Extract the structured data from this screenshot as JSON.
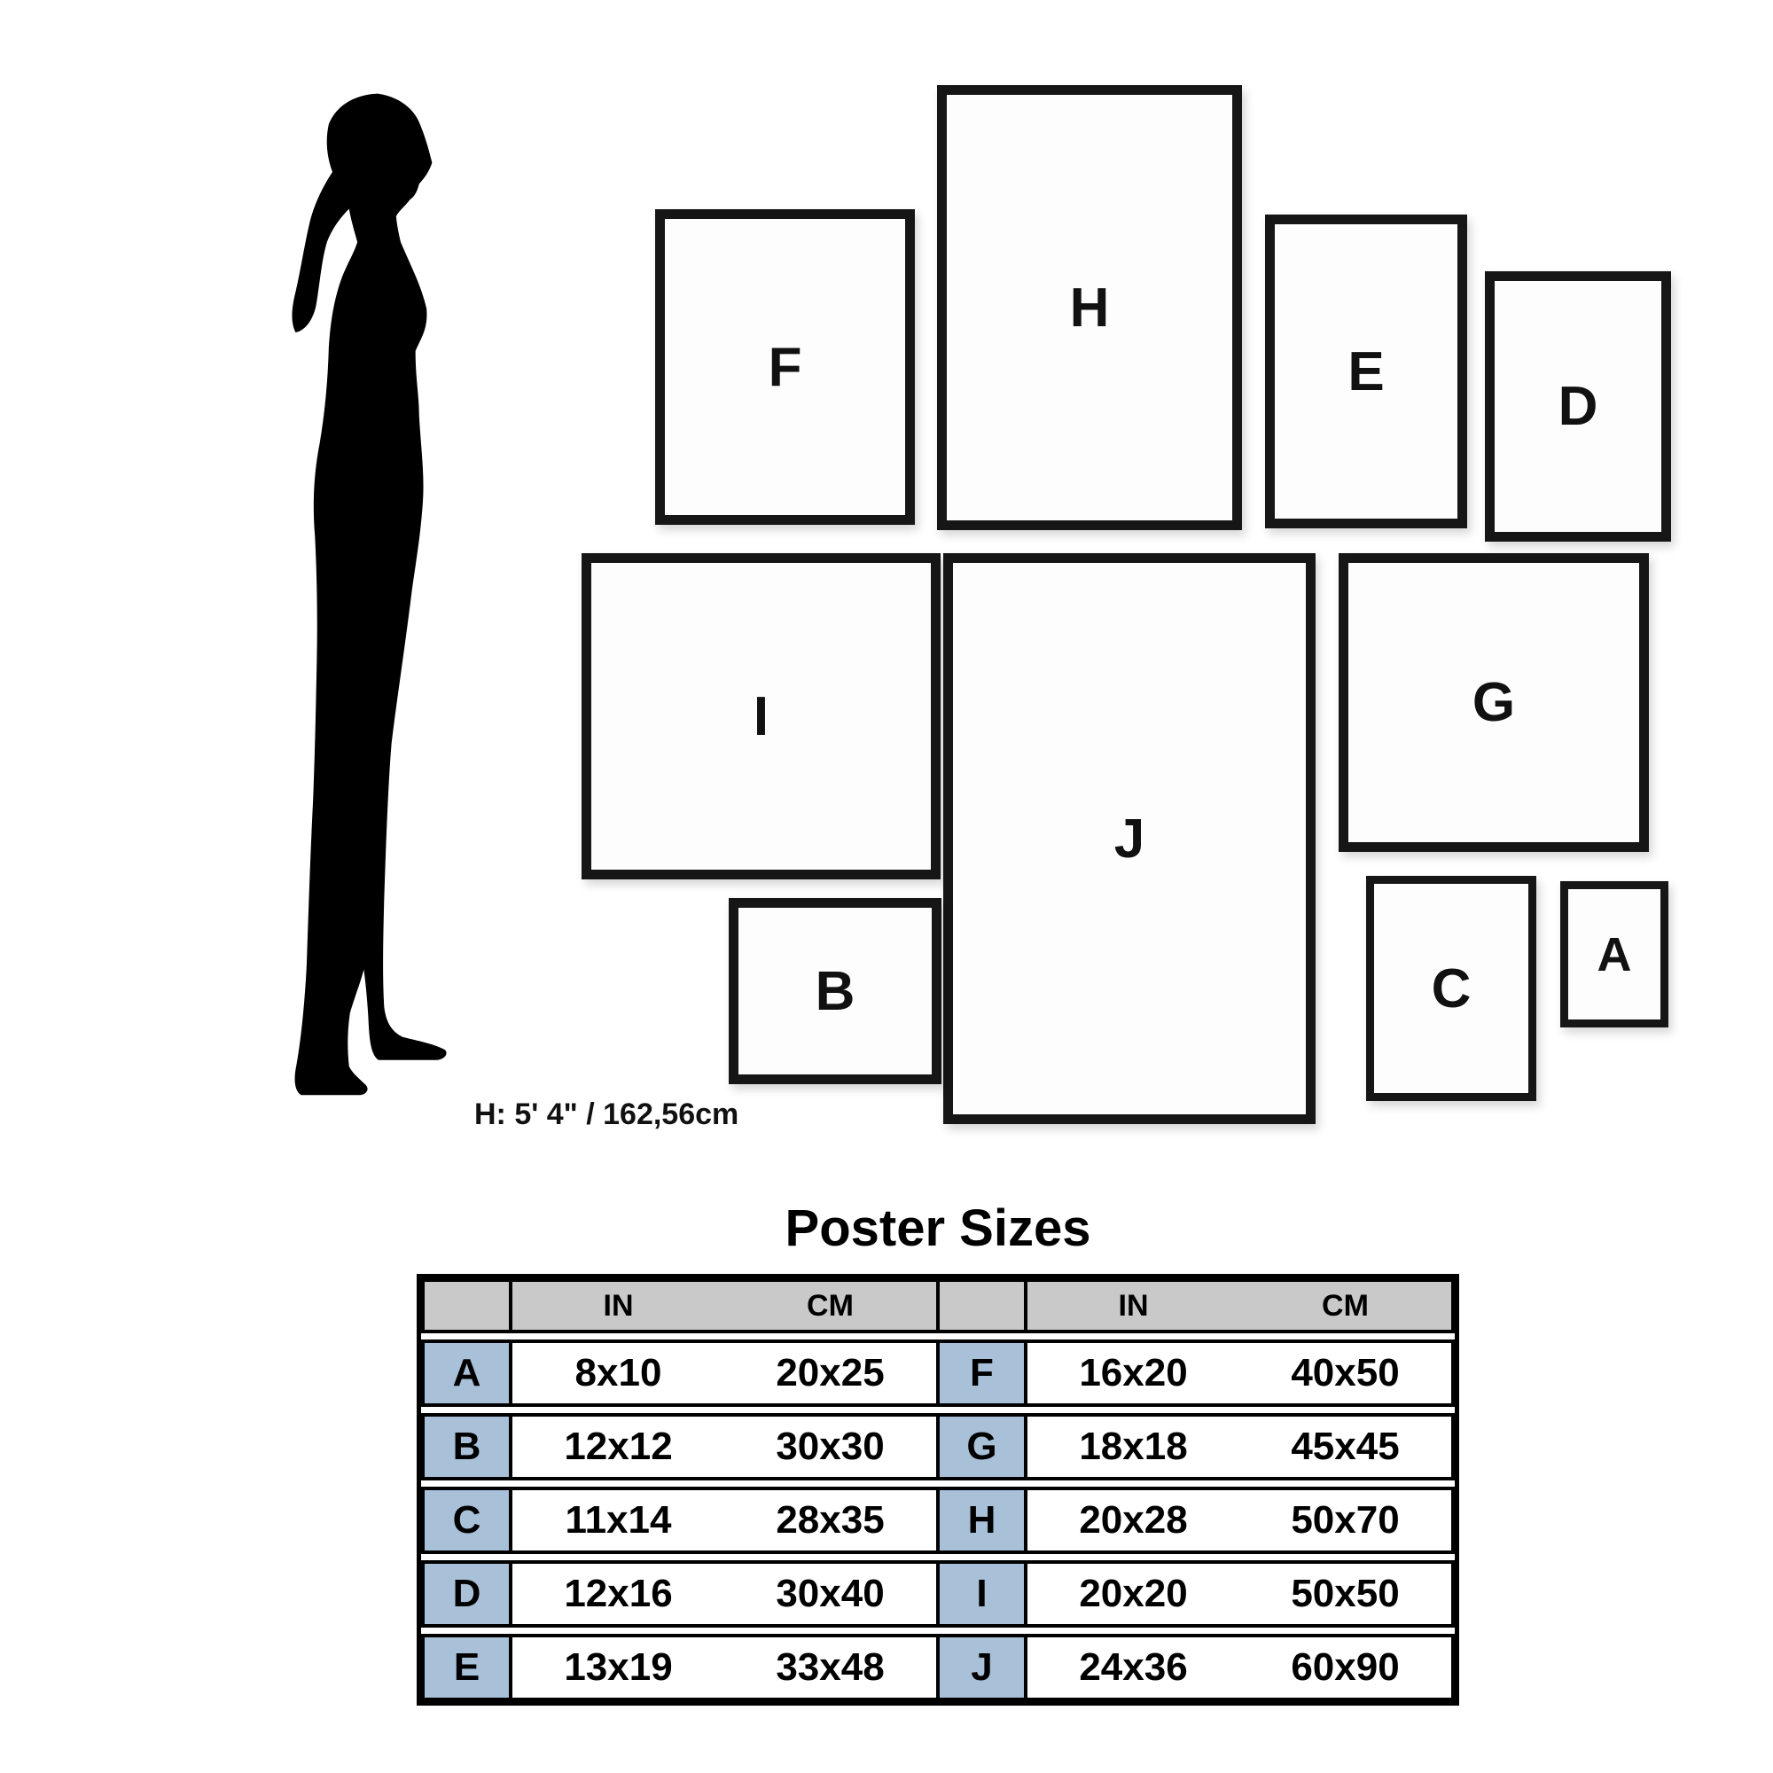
{
  "silhouette": {
    "height_label": "H: 5' 4\" / 162,56cm"
  },
  "frame_labels": {
    "a": "A",
    "b": "B",
    "c": "C",
    "d": "D",
    "e": "E",
    "f": "F",
    "g": "G",
    "h": "H",
    "i": "I",
    "j": "J"
  },
  "colors": {
    "frame_border": "#161616",
    "table_header_bg": "#c9c9c9",
    "table_letter_bg": "#a9c0d9"
  },
  "table": {
    "title": "Poster Sizes",
    "col_headers": {
      "in": "IN",
      "cm": "CM"
    },
    "rows": [
      {
        "left": {
          "letter": "A",
          "in": "8x10",
          "cm": "20x25"
        },
        "right": {
          "letter": "F",
          "in": "16x20",
          "cm": "40x50"
        }
      },
      {
        "left": {
          "letter": "B",
          "in": "12x12",
          "cm": "30x30"
        },
        "right": {
          "letter": "G",
          "in": "18x18",
          "cm": "45x45"
        }
      },
      {
        "left": {
          "letter": "C",
          "in": "11x14",
          "cm": "28x35"
        },
        "right": {
          "letter": "H",
          "in": "20x28",
          "cm": "50x70"
        }
      },
      {
        "left": {
          "letter": "D",
          "in": "12x16",
          "cm": "30x40"
        },
        "right": {
          "letter": "I",
          "in": "20x20",
          "cm": "50x50"
        }
      },
      {
        "left": {
          "letter": "E",
          "in": "13x19",
          "cm": "33x48"
        },
        "right": {
          "letter": "J",
          "in": "24x36",
          "cm": "60x90"
        }
      }
    ]
  }
}
